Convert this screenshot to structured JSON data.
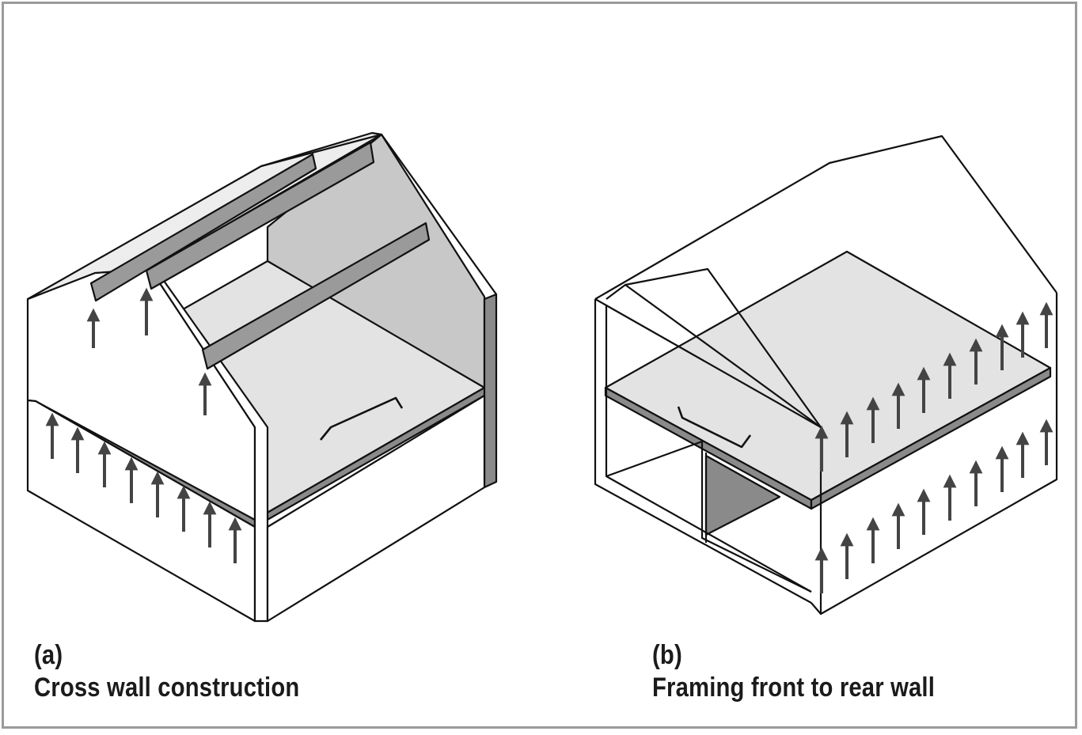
{
  "figure": {
    "panel_a": {
      "tag": "(a)",
      "caption": "Cross wall construction"
    },
    "panel_b": {
      "tag": "(b)",
      "caption": "Framing front to rear wall"
    }
  },
  "colors": {
    "stroke": "#111111",
    "light_gray": "#e3e3e3",
    "mid_gray": "#c8c8c8",
    "dark_gray": "#8a8a8a",
    "arrow": "#444444",
    "frame": "#9a9a9a"
  },
  "icons": {
    "load_arrow": "up-arrow-icon",
    "span_indicator": "span-bracket-icon"
  }
}
